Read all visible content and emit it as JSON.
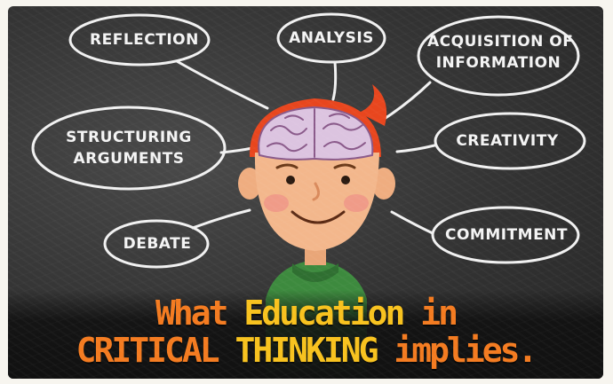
{
  "bubbles": {
    "reflection": "REFLECTION",
    "analysis": "ANALYSIS",
    "acquisition_line1": "ACQUISITION OF",
    "acquisition_line2": "INFORMATION",
    "structuring_line1": "STRUCTURING",
    "structuring_line2": "ARGUMENTS",
    "creativity": "CREATIVITY",
    "debate": "DEBATE",
    "commitment": "COMMITMENT"
  },
  "caption": {
    "line1_a": "What",
    "line1_b": "Education",
    "line1_c": "in",
    "line2_a": "CRITICAL",
    "line2_b": "THINKING",
    "line2_c": "implies."
  },
  "colors": {
    "board": "#333333",
    "chalk": "#f4f4f4",
    "caption_orange": "#f47b20",
    "caption_yellow": "#f8c21e",
    "hair": "#e8461e",
    "skin": "#f3b78c",
    "brain": "#dcc4e0",
    "hoodie": "#3d8a3e"
  },
  "icons": [
    "boy-with-brain-illustration"
  ]
}
